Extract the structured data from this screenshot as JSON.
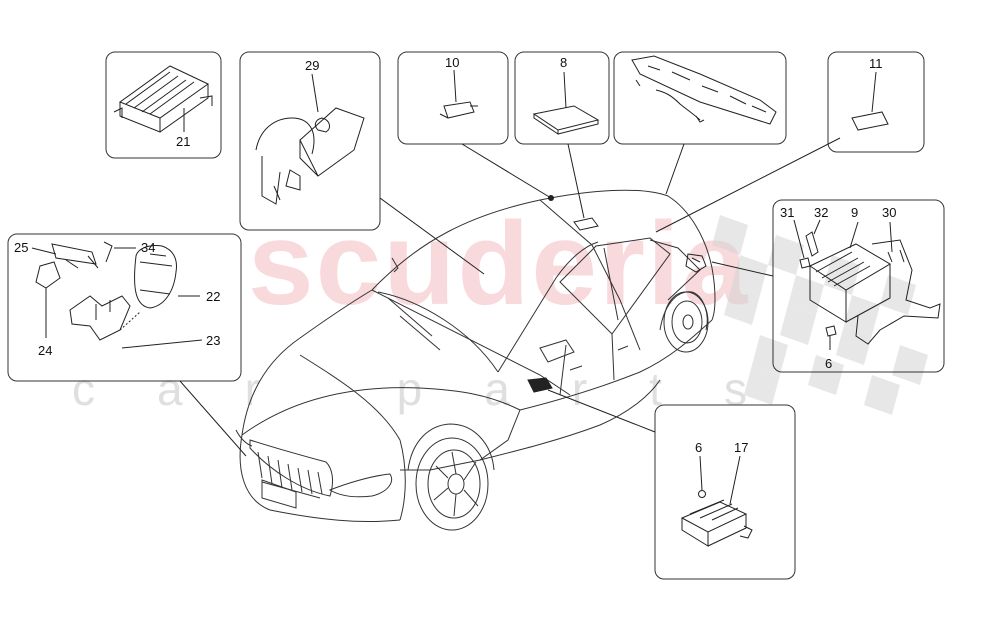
{
  "watermark": {
    "brand": "scuderia",
    "subtitle": "car parts"
  },
  "callouts": {
    "p21": "21",
    "p29": "29",
    "p10": "10",
    "p8": "8",
    "p11": "11",
    "p25": "25",
    "p34": "34",
    "p22": "22",
    "p24": "24",
    "p23": "23",
    "p31": "31",
    "p32": "32",
    "p9": "9",
    "p30": "30",
    "p6a": "6",
    "p6b": "6",
    "p17": "17"
  },
  "colors": {
    "line": "#222222",
    "box": "#333333",
    "watermark_red": "#e6788a",
    "checker": "#c8c8c8"
  }
}
